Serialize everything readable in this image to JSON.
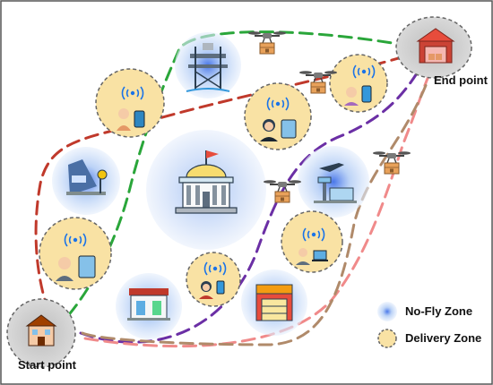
{
  "labels": {
    "start_point": "Start point",
    "end_point": "End point"
  },
  "legend": [
    {
      "label": "No-Fly Zone",
      "marker": "blue-radial-circle"
    },
    {
      "label": "Delivery Zone",
      "marker": "dashed-yellow-circle"
    }
  ],
  "colors": {
    "no_fly_zone": "#4a7fe0",
    "delivery_zone": "#f9e2a4",
    "route_green": "#2aa63a",
    "route_red": "#c0392b",
    "route_purple": "#6b2fa5",
    "route_pink": "#f08a8a",
    "route_tan": "#b08a6a",
    "depot": "#c9c9c9",
    "frame": "#555555"
  },
  "icons": {
    "no_fly_zones": [
      "oil-rig-icon",
      "train-station-icon",
      "government-building-icon",
      "airport-icon",
      "gas-station-icon",
      "fire-station-icon"
    ],
    "delivery_zones": [
      "customer-phone-icon",
      "customer-tablet-icon",
      "customer-laptop-icon",
      "customer-woman-phone-icon",
      "customer-woman-tablet-icon",
      "customer-teen-phone-icon"
    ],
    "drones": [
      "drone-icon",
      "drone-icon",
      "drone-icon",
      "drone-icon"
    ],
    "depots": [
      "warehouse-start-icon",
      "warehouse-end-icon"
    ]
  }
}
